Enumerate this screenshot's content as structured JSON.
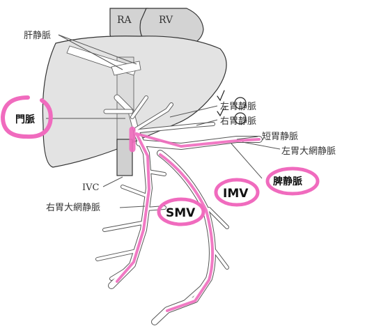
{
  "colors": {
    "liver_fill": "#e3e3e3",
    "organ_stroke": "#333333",
    "heart_fill": "#d3d3d3",
    "vessel_white": "#ffffff",
    "highlight_pink": "#f06bbe",
    "leader_line": "#555555"
  },
  "heart": {
    "ra": "RA",
    "rv": "RV"
  },
  "labels": {
    "hepatic_vein": "肝静脈",
    "left_gastric": "左胃静脈",
    "right_gastric": "右胃静脈",
    "short_gastric": "短胃静脈",
    "left_gastroepiploic": "左胃大網静脈",
    "ivc": "IVC",
    "right_gastroepiploic": "右胃大網静脈"
  },
  "annotations": {
    "portal_vein": "門脈",
    "splenic_vein": "脾静脈",
    "imv": "IMV",
    "smv": "SMV"
  }
}
